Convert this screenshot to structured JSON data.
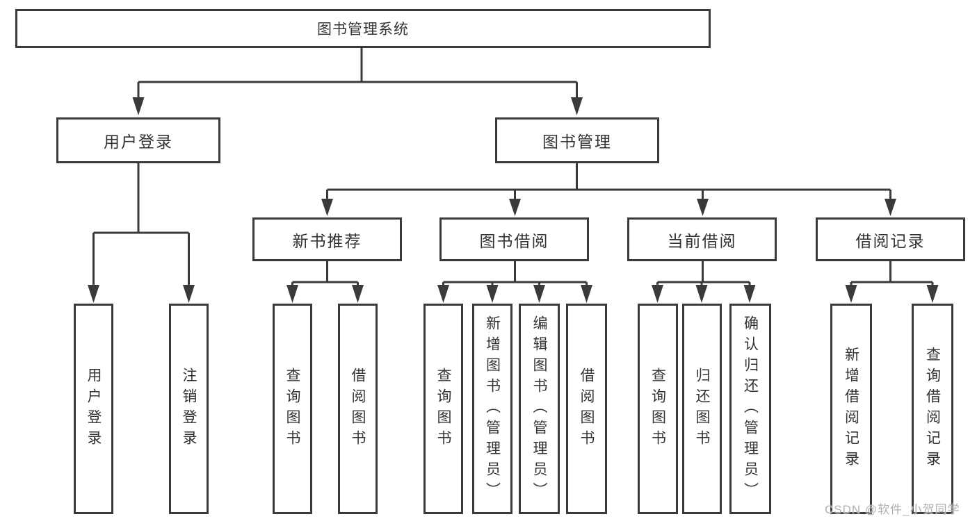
{
  "nodes": {
    "root": {
      "label": "图书管理系统"
    },
    "level2": [
      {
        "label": "用户登录"
      },
      {
        "label": "图书管理"
      }
    ],
    "level3": [
      {
        "label": "新书推荐"
      },
      {
        "label": "图书借阅"
      },
      {
        "label": "当前借阅"
      },
      {
        "label": "借阅记录"
      }
    ],
    "leaves": [
      {
        "label": "用户登录"
      },
      {
        "label": "注销登录"
      },
      {
        "label": "查询图书"
      },
      {
        "label": "借阅图书"
      },
      {
        "label": "查询图书"
      },
      {
        "label": "新增图书（管理员）"
      },
      {
        "label": "编辑图书（管理员）"
      },
      {
        "label": "借阅图书"
      },
      {
        "label": "查询图书"
      },
      {
        "label": "归还图书"
      },
      {
        "label": "确认归还（管理员）"
      },
      {
        "label": "新增借阅记录"
      },
      {
        "label": "查询借阅记录"
      }
    ]
  },
  "watermark": {
    "text": "CSDN @软件_小贺同学"
  },
  "colors": {
    "line": "#3a3a3a",
    "box_border": "#3a3a3a",
    "text": "#333333",
    "watermark": "#b0b0b0",
    "background": "#ffffff"
  }
}
